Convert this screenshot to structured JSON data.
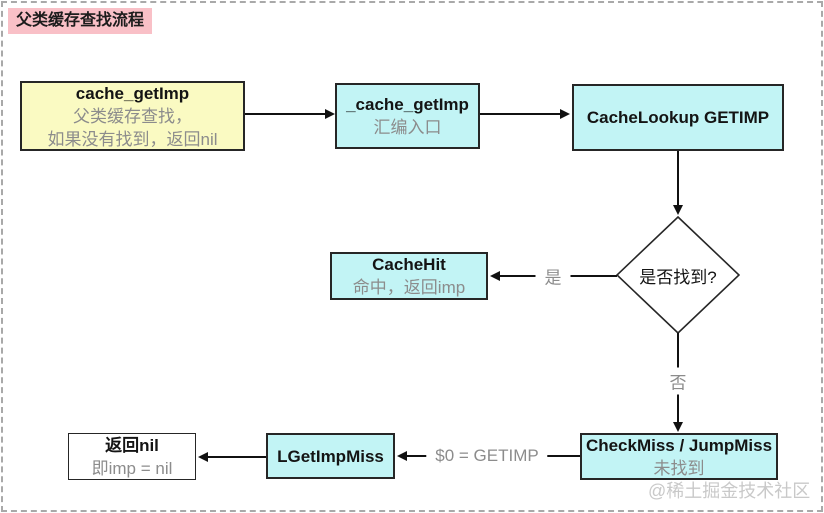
{
  "title": "父类缓存查找流程",
  "nodes": [
    {
      "id": "cache_getImp",
      "title": "cache_getImp",
      "lines": [
        "父类缓存查找，",
        "如果没有找到，返回nil"
      ]
    },
    {
      "id": "asm_entry",
      "title": "_cache_getImp",
      "lines": [
        "汇编入口"
      ]
    },
    {
      "id": "cache_lookup",
      "title": "CacheLookup GETIMP",
      "lines": []
    },
    {
      "id": "decision",
      "title": "是否找到?",
      "lines": []
    },
    {
      "id": "cache_hit",
      "title": "CacheHit",
      "lines": [
        "命中，返回imp"
      ]
    },
    {
      "id": "check_miss",
      "title": "CheckMiss / JumpMiss",
      "lines": [
        "未找到"
      ]
    },
    {
      "id": "lgetimp_miss",
      "title": "LGetImpMiss",
      "lines": []
    },
    {
      "id": "return_nil",
      "title": "返回nil",
      "lines": [
        "即imp = nil"
      ]
    }
  ],
  "edge_labels": {
    "yes": "是",
    "no": "否",
    "getimp": "$0 = GETIMP"
  },
  "watermark": "@稀土掘金技术社区",
  "colors": {
    "pink": "#f9c0c7",
    "yellow": "#fafac2",
    "cyan": "#c2f4f5"
  }
}
